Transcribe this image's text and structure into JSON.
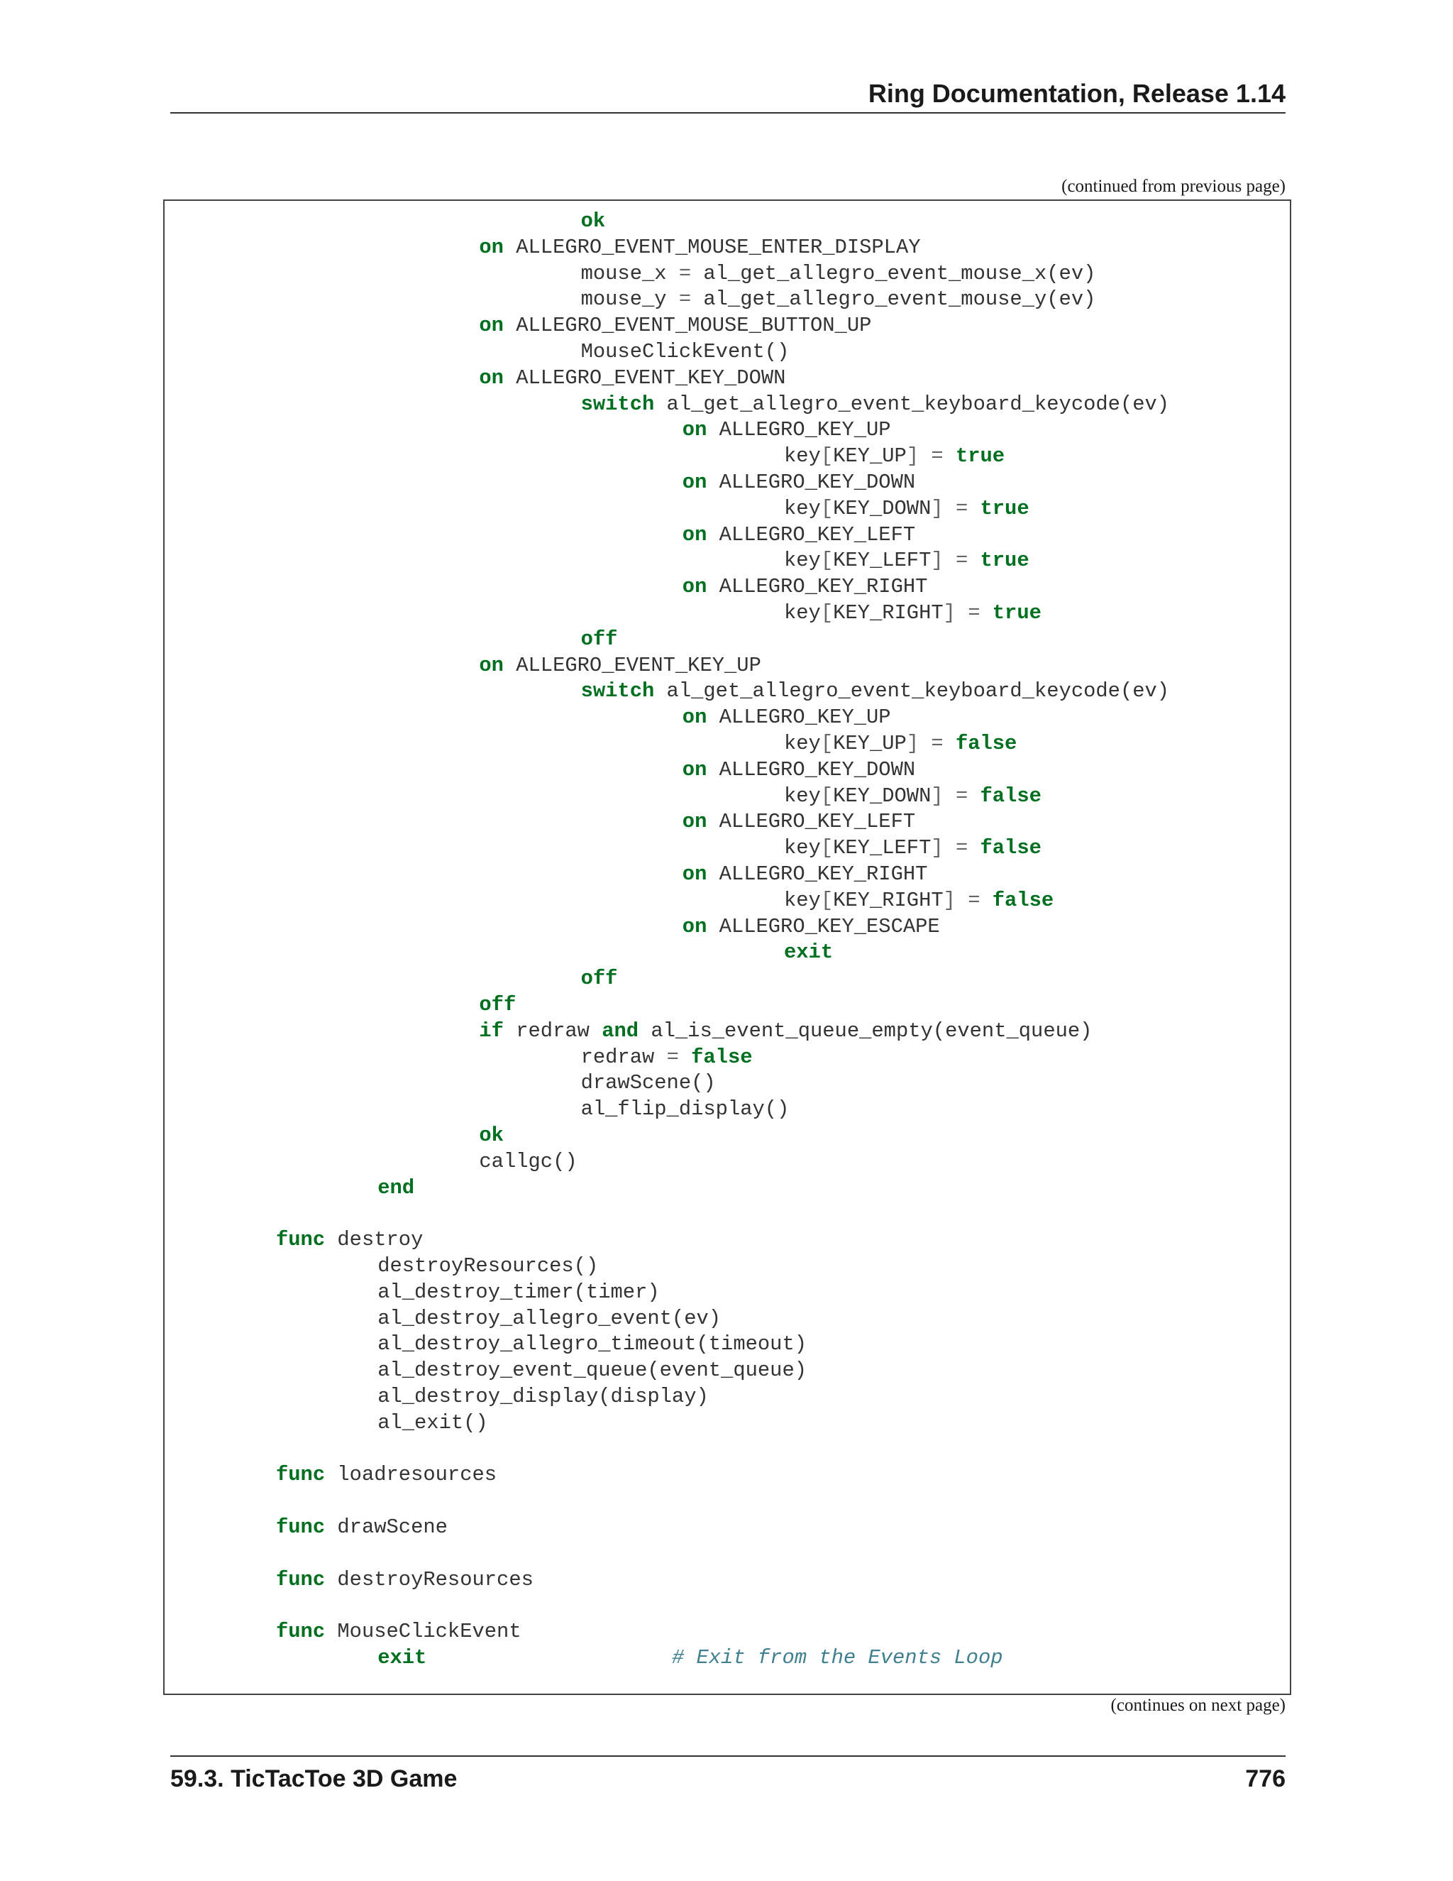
{
  "header": {
    "title": "Ring Documentation, Release 1.14"
  },
  "continued_from": "(continued from previous page)",
  "continues_on": "(continues on next page)",
  "footer": {
    "section": "59.3.  TicTacToe 3D Game",
    "page_number": "776"
  },
  "code_lines": [
    {
      "indent": 3,
      "tokens": [
        {
          "t": "ok",
          "k": "kw"
        }
      ]
    },
    {
      "indent": 2,
      "tokens": [
        {
          "t": "on",
          "k": "kw"
        },
        {
          "t": " ALLEGRO_EVENT_MOUSE_ENTER_DISPLAY",
          "k": ""
        }
      ]
    },
    {
      "indent": 3,
      "tokens": [
        {
          "t": "mouse_x ",
          "k": ""
        },
        {
          "t": "=",
          "k": "o"
        },
        {
          "t": " al_get_allegro_event_mouse_x(ev)",
          "k": ""
        }
      ]
    },
    {
      "indent": 3,
      "tokens": [
        {
          "t": "mouse_y ",
          "k": ""
        },
        {
          "t": "=",
          "k": "o"
        },
        {
          "t": " al_get_allegro_event_mouse_y(ev)",
          "k": ""
        }
      ]
    },
    {
      "indent": 2,
      "tokens": [
        {
          "t": "on",
          "k": "kw"
        },
        {
          "t": " ALLEGRO_EVENT_MOUSE_BUTTON_UP",
          "k": ""
        }
      ]
    },
    {
      "indent": 3,
      "tokens": [
        {
          "t": "MouseClickEvent()",
          "k": ""
        }
      ]
    },
    {
      "indent": 2,
      "tokens": [
        {
          "t": "on",
          "k": "kw"
        },
        {
          "t": " ALLEGRO_EVENT_KEY_DOWN",
          "k": ""
        }
      ]
    },
    {
      "indent": 3,
      "tokens": [
        {
          "t": "switch",
          "k": "kw"
        },
        {
          "t": " al_get_allegro_event_keyboard_keycode(ev)",
          "k": ""
        }
      ]
    },
    {
      "indent": 4,
      "tokens": [
        {
          "t": "on",
          "k": "kw"
        },
        {
          "t": " ALLEGRO_KEY_UP",
          "k": ""
        }
      ]
    },
    {
      "indent": 5,
      "tokens": [
        {
          "t": "key",
          "k": ""
        },
        {
          "t": "[",
          "k": "p"
        },
        {
          "t": "KEY_UP",
          "k": ""
        },
        {
          "t": "]",
          "k": "p"
        },
        {
          "t": " ",
          "k": ""
        },
        {
          "t": "=",
          "k": "o"
        },
        {
          "t": " ",
          "k": ""
        },
        {
          "t": "true",
          "k": "kw"
        }
      ]
    },
    {
      "indent": 4,
      "tokens": [
        {
          "t": "on",
          "k": "kw"
        },
        {
          "t": " ALLEGRO_KEY_DOWN",
          "k": ""
        }
      ]
    },
    {
      "indent": 5,
      "tokens": [
        {
          "t": "key",
          "k": ""
        },
        {
          "t": "[",
          "k": "p"
        },
        {
          "t": "KEY_DOWN",
          "k": ""
        },
        {
          "t": "]",
          "k": "p"
        },
        {
          "t": " ",
          "k": ""
        },
        {
          "t": "=",
          "k": "o"
        },
        {
          "t": " ",
          "k": ""
        },
        {
          "t": "true",
          "k": "kw"
        }
      ]
    },
    {
      "indent": 4,
      "tokens": [
        {
          "t": "on",
          "k": "kw"
        },
        {
          "t": " ALLEGRO_KEY_LEFT",
          "k": ""
        }
      ]
    },
    {
      "indent": 5,
      "tokens": [
        {
          "t": "key",
          "k": ""
        },
        {
          "t": "[",
          "k": "p"
        },
        {
          "t": "KEY_LEFT",
          "k": ""
        },
        {
          "t": "]",
          "k": "p"
        },
        {
          "t": " ",
          "k": ""
        },
        {
          "t": "=",
          "k": "o"
        },
        {
          "t": " ",
          "k": ""
        },
        {
          "t": "true",
          "k": "kw"
        }
      ]
    },
    {
      "indent": 4,
      "tokens": [
        {
          "t": "on",
          "k": "kw"
        },
        {
          "t": " ALLEGRO_KEY_RIGHT",
          "k": ""
        }
      ]
    },
    {
      "indent": 5,
      "tokens": [
        {
          "t": "key",
          "k": ""
        },
        {
          "t": "[",
          "k": "p"
        },
        {
          "t": "KEY_RIGHT",
          "k": ""
        },
        {
          "t": "]",
          "k": "p"
        },
        {
          "t": " ",
          "k": ""
        },
        {
          "t": "=",
          "k": "o"
        },
        {
          "t": " ",
          "k": ""
        },
        {
          "t": "true",
          "k": "kw"
        }
      ]
    },
    {
      "indent": 3,
      "tokens": [
        {
          "t": "off",
          "k": "kw"
        }
      ]
    },
    {
      "indent": 2,
      "tokens": [
        {
          "t": "on",
          "k": "kw"
        },
        {
          "t": " ALLEGRO_EVENT_KEY_UP",
          "k": ""
        }
      ]
    },
    {
      "indent": 3,
      "tokens": [
        {
          "t": "switch",
          "k": "kw"
        },
        {
          "t": " al_get_allegro_event_keyboard_keycode(ev)",
          "k": ""
        }
      ]
    },
    {
      "indent": 4,
      "tokens": [
        {
          "t": "on",
          "k": "kw"
        },
        {
          "t": " ALLEGRO_KEY_UP",
          "k": ""
        }
      ]
    },
    {
      "indent": 5,
      "tokens": [
        {
          "t": "key",
          "k": ""
        },
        {
          "t": "[",
          "k": "p"
        },
        {
          "t": "KEY_UP",
          "k": ""
        },
        {
          "t": "]",
          "k": "p"
        },
        {
          "t": " ",
          "k": ""
        },
        {
          "t": "=",
          "k": "o"
        },
        {
          "t": " ",
          "k": ""
        },
        {
          "t": "false",
          "k": "kw"
        }
      ]
    },
    {
      "indent": 4,
      "tokens": [
        {
          "t": "on",
          "k": "kw"
        },
        {
          "t": " ALLEGRO_KEY_DOWN",
          "k": ""
        }
      ]
    },
    {
      "indent": 5,
      "tokens": [
        {
          "t": "key",
          "k": ""
        },
        {
          "t": "[",
          "k": "p"
        },
        {
          "t": "KEY_DOWN",
          "k": ""
        },
        {
          "t": "]",
          "k": "p"
        },
        {
          "t": " ",
          "k": ""
        },
        {
          "t": "=",
          "k": "o"
        },
        {
          "t": " ",
          "k": ""
        },
        {
          "t": "false",
          "k": "kw"
        }
      ]
    },
    {
      "indent": 4,
      "tokens": [
        {
          "t": "on",
          "k": "kw"
        },
        {
          "t": " ALLEGRO_KEY_LEFT",
          "k": ""
        }
      ]
    },
    {
      "indent": 5,
      "tokens": [
        {
          "t": "key",
          "k": ""
        },
        {
          "t": "[",
          "k": "p"
        },
        {
          "t": "KEY_LEFT",
          "k": ""
        },
        {
          "t": "]",
          "k": "p"
        },
        {
          "t": " ",
          "k": ""
        },
        {
          "t": "=",
          "k": "o"
        },
        {
          "t": " ",
          "k": ""
        },
        {
          "t": "false",
          "k": "kw"
        }
      ]
    },
    {
      "indent": 4,
      "tokens": [
        {
          "t": "on",
          "k": "kw"
        },
        {
          "t": " ALLEGRO_KEY_RIGHT",
          "k": ""
        }
      ]
    },
    {
      "indent": 5,
      "tokens": [
        {
          "t": "key",
          "k": ""
        },
        {
          "t": "[",
          "k": "p"
        },
        {
          "t": "KEY_RIGHT",
          "k": ""
        },
        {
          "t": "]",
          "k": "p"
        },
        {
          "t": " ",
          "k": ""
        },
        {
          "t": "=",
          "k": "o"
        },
        {
          "t": " ",
          "k": ""
        },
        {
          "t": "false",
          "k": "kw"
        }
      ]
    },
    {
      "indent": 4,
      "tokens": [
        {
          "t": "on",
          "k": "kw"
        },
        {
          "t": " ALLEGRO_KEY_ESCAPE",
          "k": ""
        }
      ]
    },
    {
      "indent": 5,
      "tokens": [
        {
          "t": "exit",
          "k": "kw"
        }
      ]
    },
    {
      "indent": 3,
      "tokens": [
        {
          "t": "off",
          "k": "kw"
        }
      ]
    },
    {
      "indent": 2,
      "tokens": [
        {
          "t": "off",
          "k": "kw"
        }
      ]
    },
    {
      "indent": 2,
      "tokens": [
        {
          "t": "if",
          "k": "kw"
        },
        {
          "t": " redraw ",
          "k": ""
        },
        {
          "t": "and",
          "k": "kw"
        },
        {
          "t": " al_is_event_queue_empty(event_queue)",
          "k": ""
        }
      ]
    },
    {
      "indent": 3,
      "tokens": [
        {
          "t": "redraw ",
          "k": ""
        },
        {
          "t": "=",
          "k": "o"
        },
        {
          "t": " ",
          "k": ""
        },
        {
          "t": "false",
          "k": "kw"
        }
      ]
    },
    {
      "indent": 3,
      "tokens": [
        {
          "t": "drawScene()",
          "k": ""
        }
      ]
    },
    {
      "indent": 3,
      "tokens": [
        {
          "t": "al_flip_display()",
          "k": ""
        }
      ]
    },
    {
      "indent": 2,
      "tokens": [
        {
          "t": "ok",
          "k": "kw"
        }
      ]
    },
    {
      "indent": 2,
      "tokens": [
        {
          "t": "callgc()",
          "k": ""
        }
      ]
    },
    {
      "indent": 1,
      "tokens": [
        {
          "t": "end",
          "k": "kw"
        }
      ]
    },
    {
      "indent": 0,
      "tokens": []
    },
    {
      "indent": 0,
      "tokens": [
        {
          "t": "func",
          "k": "kw"
        },
        {
          "t": " destroy",
          "k": ""
        }
      ]
    },
    {
      "indent": 1,
      "tokens": [
        {
          "t": "destroyResources()",
          "k": ""
        }
      ]
    },
    {
      "indent": 1,
      "tokens": [
        {
          "t": "al_destroy_timer(timer)",
          "k": ""
        }
      ]
    },
    {
      "indent": 1,
      "tokens": [
        {
          "t": "al_destroy_allegro_event(ev)",
          "k": ""
        }
      ]
    },
    {
      "indent": 1,
      "tokens": [
        {
          "t": "al_destroy_allegro_timeout(timeout)",
          "k": ""
        }
      ]
    },
    {
      "indent": 1,
      "tokens": [
        {
          "t": "al_destroy_event_queue(event_queue)",
          "k": ""
        }
      ]
    },
    {
      "indent": 1,
      "tokens": [
        {
          "t": "al_destroy_display(display)",
          "k": ""
        }
      ]
    },
    {
      "indent": 1,
      "tokens": [
        {
          "t": "al_exit()",
          "k": ""
        }
      ]
    },
    {
      "indent": 0,
      "tokens": []
    },
    {
      "indent": 0,
      "tokens": [
        {
          "t": "func",
          "k": "kw"
        },
        {
          "t": " loadresources",
          "k": ""
        }
      ]
    },
    {
      "indent": 0,
      "tokens": []
    },
    {
      "indent": 0,
      "tokens": [
        {
          "t": "func",
          "k": "kw"
        },
        {
          "t": " drawScene",
          "k": ""
        }
      ]
    },
    {
      "indent": 0,
      "tokens": []
    },
    {
      "indent": 0,
      "tokens": [
        {
          "t": "func",
          "k": "kw"
        },
        {
          "t": " destroyResources",
          "k": ""
        }
      ]
    },
    {
      "indent": 0,
      "tokens": []
    },
    {
      "indent": 0,
      "tokens": [
        {
          "t": "func",
          "k": "kw"
        },
        {
          "t": " MouseClickEvent",
          "k": ""
        }
      ]
    },
    {
      "indent": 1,
      "tokens": [
        {
          "t": "exit",
          "k": "kw"
        },
        {
          "t": "                    ",
          "k": ""
        },
        {
          "t": "# Exit from the Events Loop",
          "k": "c"
        }
      ]
    }
  ]
}
